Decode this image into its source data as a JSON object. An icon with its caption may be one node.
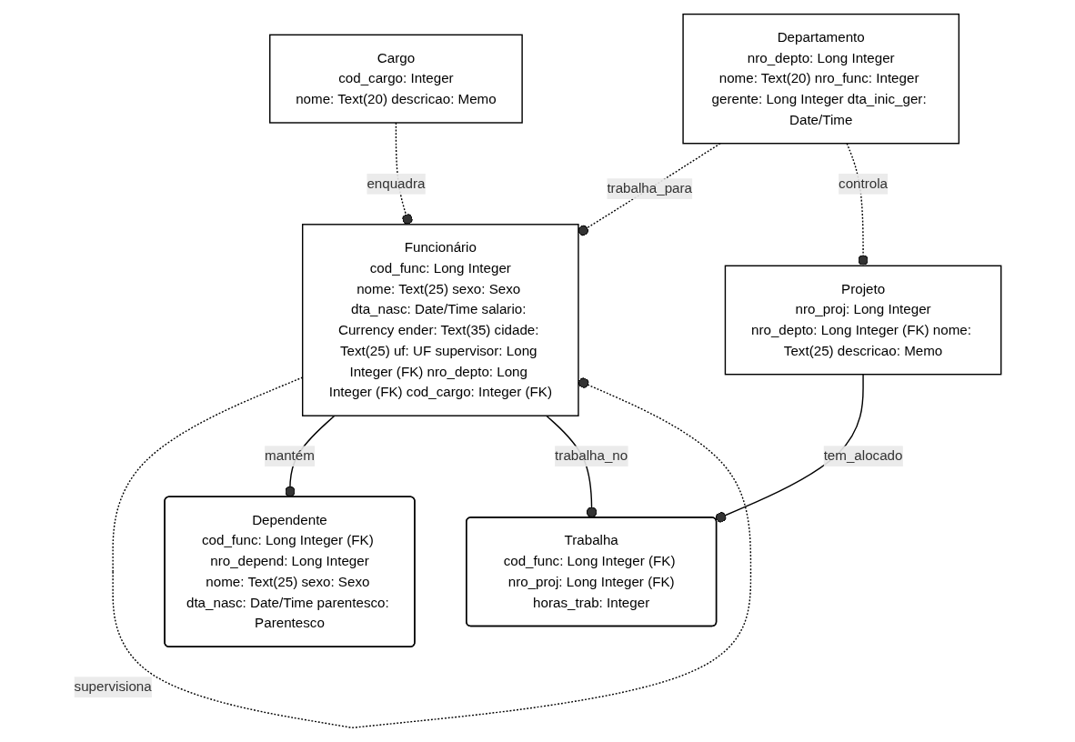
{
  "diagram": {
    "nodes": [
      {
        "text": [
          "Cargo",
          "cod_cargo: Integer",
          "nome: Text(20) descricao: Memo"
        ]
      },
      {
        "text": [
          "Funcionário",
          "cod_func: Long Integer",
          "nome: Text(25) sexo: Sexo dta_nasc: Date/Time salario: Currency ender: Text(35) cidade: Text(25) uf: UF supervisor: Long Integer (FK) nro_depto: Long Integer (FK) cod_cargo: Integer (FK)"
        ]
      },
      {
        "text": [
          "Departamento",
          "nro_depto: Long Integer",
          "nome: Text(20) nro_func: Integer gerente: Long Integer dta_inic_ger: Date/Time"
        ]
      },
      {
        "text": [
          "Projeto",
          "nro_proj: Long Integer",
          "nro_depto: Long Integer (FK) nome: Text(25) descricao: Memo"
        ]
      },
      {
        "text": [
          "Dependente",
          "cod_func: Long Integer (FK) nro_depend: Long Integer",
          "nome: Text(25) sexo: Sexo dta_nasc: Date/Time parentesco: Parentesco"
        ]
      },
      {
        "text": [
          "Trabalha",
          "cod_func: Long Integer (FK) nro_proj: Long Integer (FK)",
          "horas_trab: Integer"
        ]
      }
    ],
    "edges": [
      {
        "from": 0,
        "to": 1,
        "arrow": "other",
        "label": "enquadra",
        "style": "dashed"
      },
      {
        "from": 2,
        "to": 1,
        "arrow": "other",
        "label": "trabalha_para",
        "style": "dashed"
      },
      {
        "from": 1,
        "to": 1,
        "arrow": "other",
        "label": "supervisiona",
        "style": "dashed"
      },
      {
        "from": 1,
        "to": 4,
        "arrow": "other",
        "label": "mantém"
      },
      {
        "from": 1,
        "to": 5,
        "arrow": "other",
        "label": "trabalha_no"
      },
      {
        "from": 2,
        "to": 3,
        "arrow": "other",
        "label": "controla",
        "style": "dashed"
      },
      {
        "from": 3,
        "to": 5,
        "arrow": "other",
        "label": "tem_alocado"
      }
    ]
  }
}
